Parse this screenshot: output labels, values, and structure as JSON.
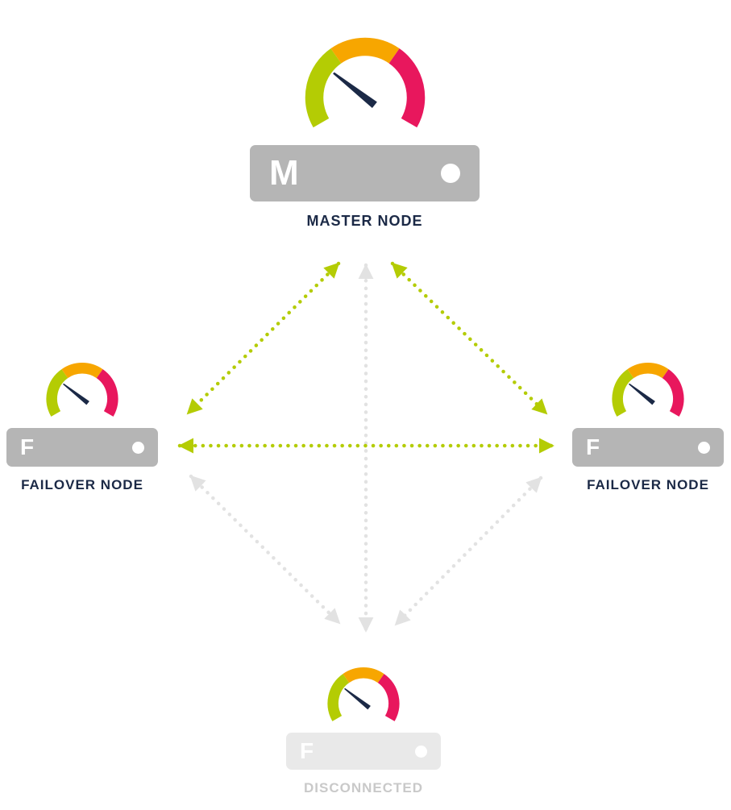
{
  "diagram": {
    "nodes": [
      {
        "id": "master",
        "letter": "M",
        "label": "MASTER NODE",
        "status": "connected"
      },
      {
        "id": "failover-left",
        "letter": "F",
        "label": "FAILOVER NODE",
        "status": "connected"
      },
      {
        "id": "failover-right",
        "letter": "F",
        "label": "FAILOVER NODE",
        "status": "connected"
      },
      {
        "id": "failover-bottom",
        "letter": "F",
        "label": "DISCONNECTED",
        "status": "disconnected"
      }
    ],
    "connections": [
      {
        "from": "master",
        "to": "failover-left",
        "state": "active"
      },
      {
        "from": "master",
        "to": "failover-right",
        "state": "active"
      },
      {
        "from": "failover-left",
        "to": "failover-right",
        "state": "active"
      },
      {
        "from": "master",
        "to": "failover-bottom",
        "state": "inactive"
      },
      {
        "from": "failover-left",
        "to": "failover-bottom",
        "state": "inactive"
      },
      {
        "from": "failover-right",
        "to": "failover-bottom",
        "state": "inactive"
      }
    ]
  },
  "colors": {
    "accent_green": "#b4cc04",
    "accent_orange": "#f7a600",
    "accent_pink": "#e8175d",
    "needle_navy": "#1b2946",
    "node_gray": "#b5b5b5",
    "node_light": "#e9e9e9",
    "label_navy": "#1b2946",
    "label_light": "#c9c9c9",
    "link_active": "#b4cc04",
    "link_inactive": "#e2e2e2"
  }
}
